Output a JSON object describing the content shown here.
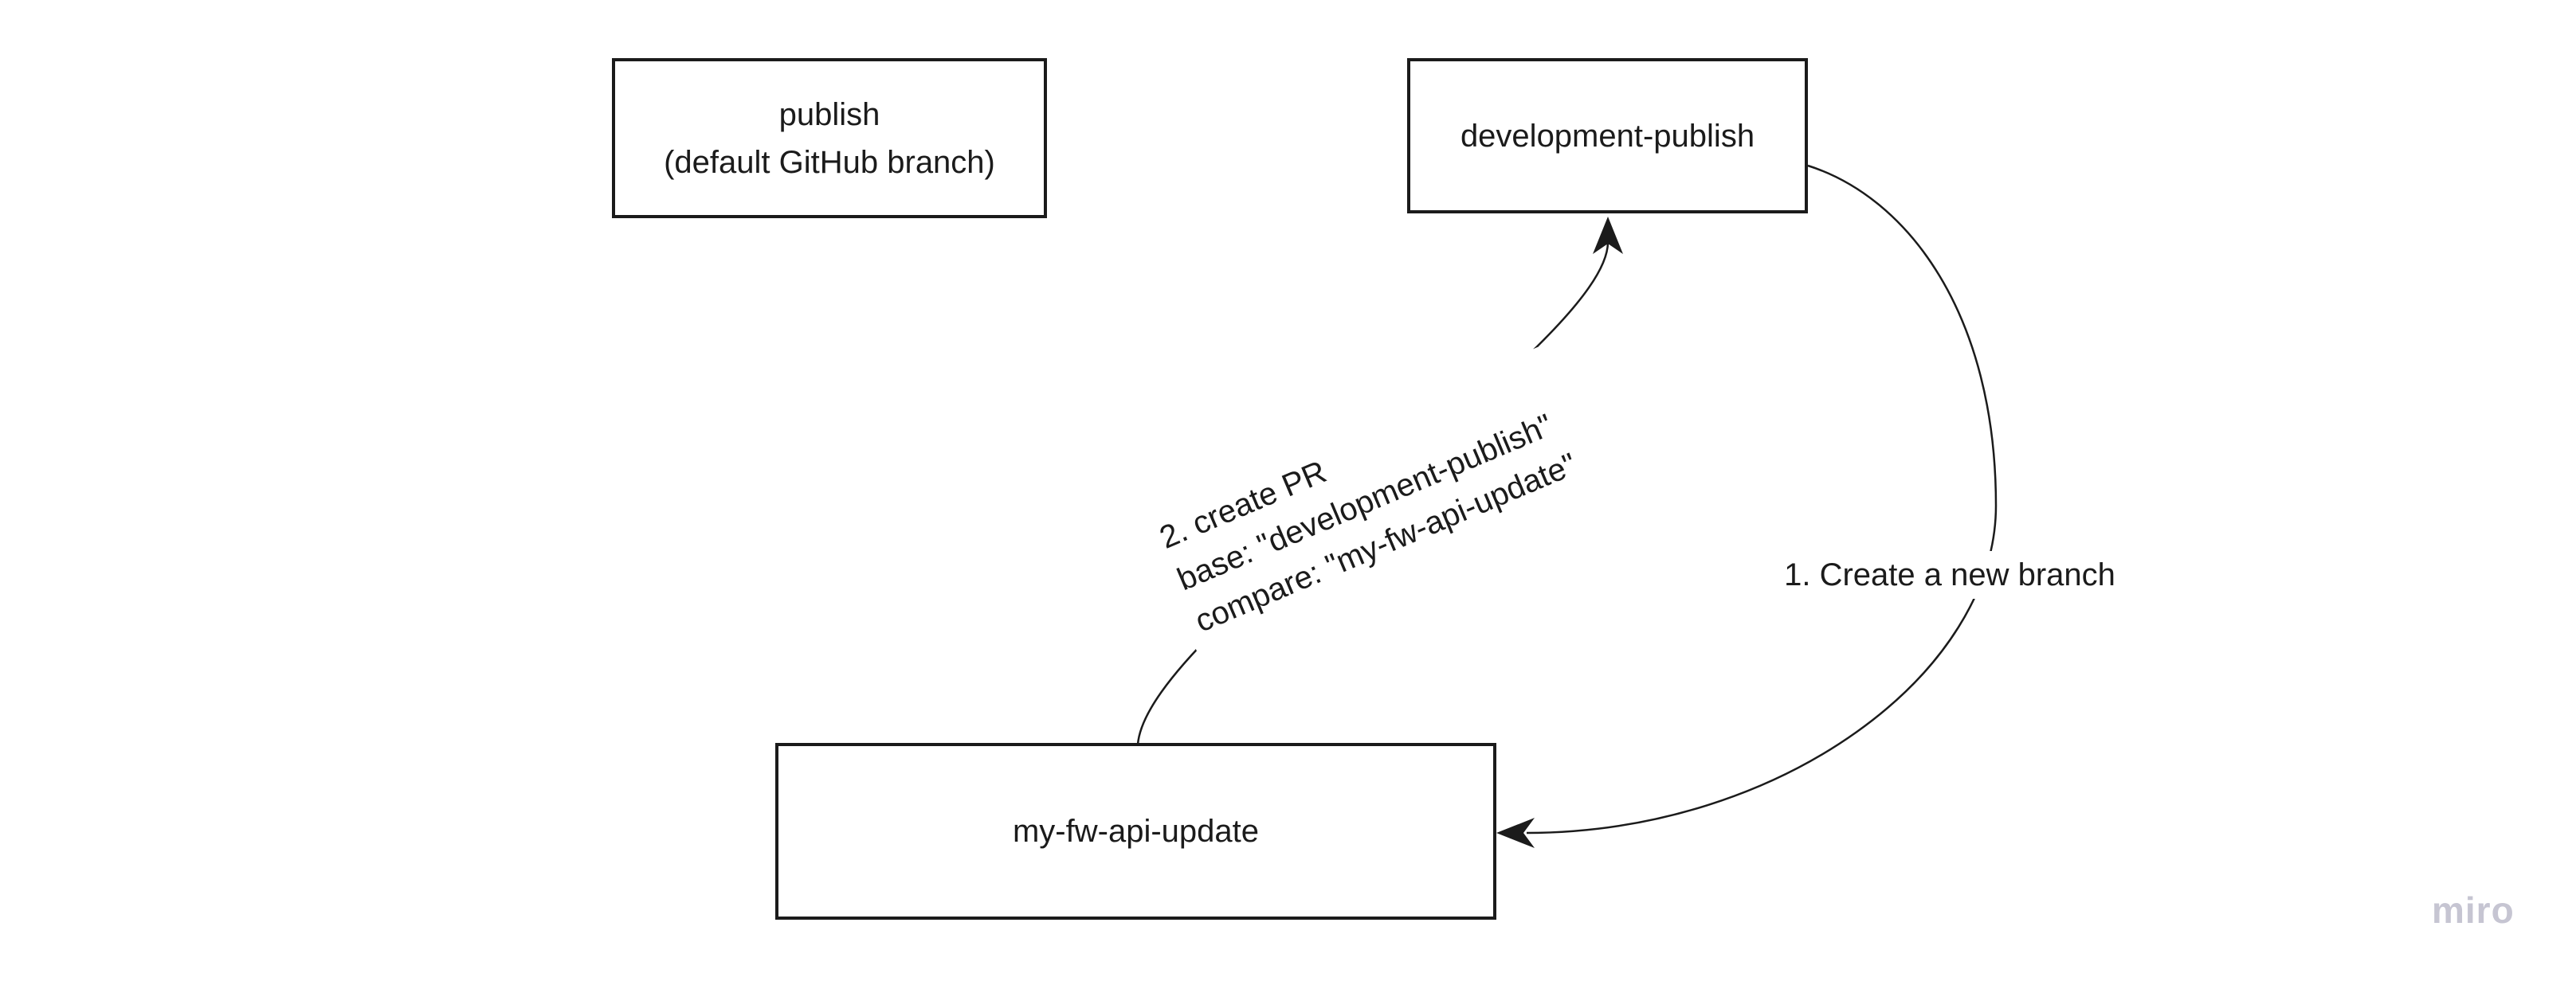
{
  "board": {
    "background": "#ffffff",
    "ink_color": "#1b1b1b"
  },
  "nodes": {
    "publish": {
      "lines": [
        "publish",
        "(default GitHub branch)"
      ]
    },
    "development_publish": {
      "label": "development-publish"
    },
    "my_fw_api_update": {
      "label": "my-fw-api-update"
    }
  },
  "connectors": {
    "create_branch": {
      "label": "1. Create a new branch",
      "from": "development-publish",
      "to": "my-fw-api-update"
    },
    "create_pr": {
      "lines": [
        "2. create PR",
        "base: \"development-publish\"",
        "compare: \"my-fw-api-update\""
      ],
      "from": "my-fw-api-update",
      "to": "development-publish"
    }
  },
  "watermark": {
    "text": "miro",
    "color": "#c6c5d2"
  }
}
